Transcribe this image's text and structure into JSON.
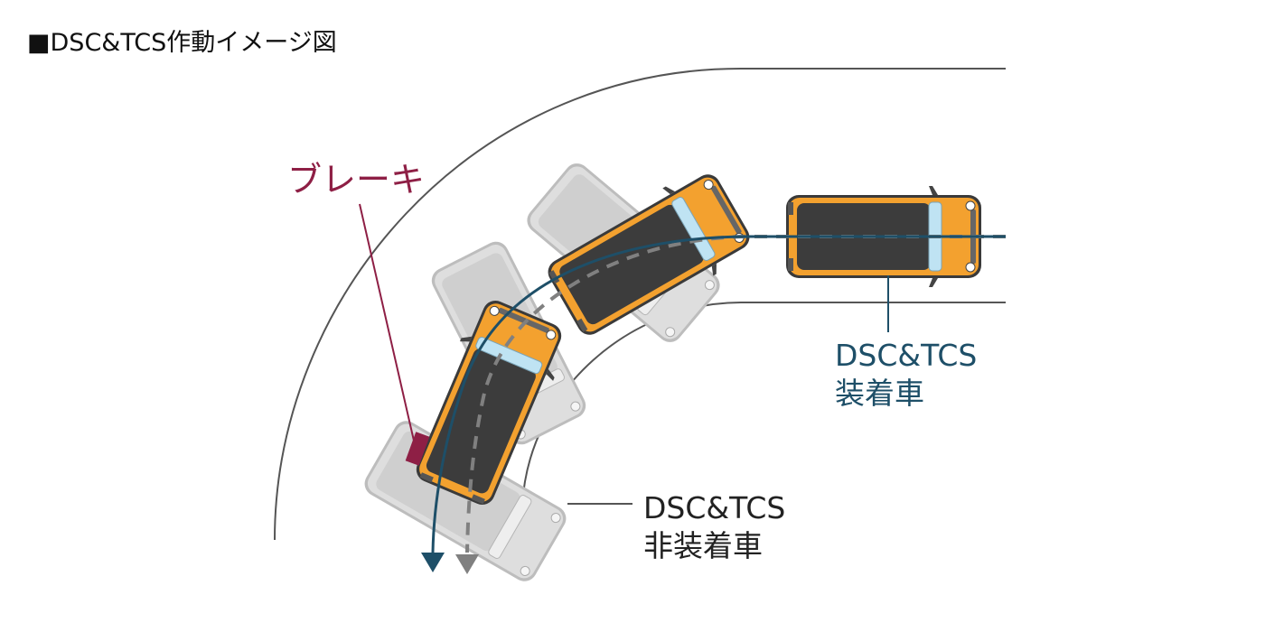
{
  "title": "■DSC&TCS作動イメージ図",
  "labels": {
    "brake": "ブレーキ",
    "equipped_line1": "DSC&TCS",
    "equipped_line2": "装着車",
    "non_equipped_line1": "DSC&TCS",
    "non_equipped_line2": "非装着車"
  },
  "colors": {
    "car_body": "#f3a12f",
    "car_roof": "#3c3c3c",
    "ghost_car": "#d8d8d8",
    "equipped_path": "#1e4f68",
    "non_equipped_path": "#808080",
    "brake": "#8e1f45",
    "road_line": "#555555"
  }
}
